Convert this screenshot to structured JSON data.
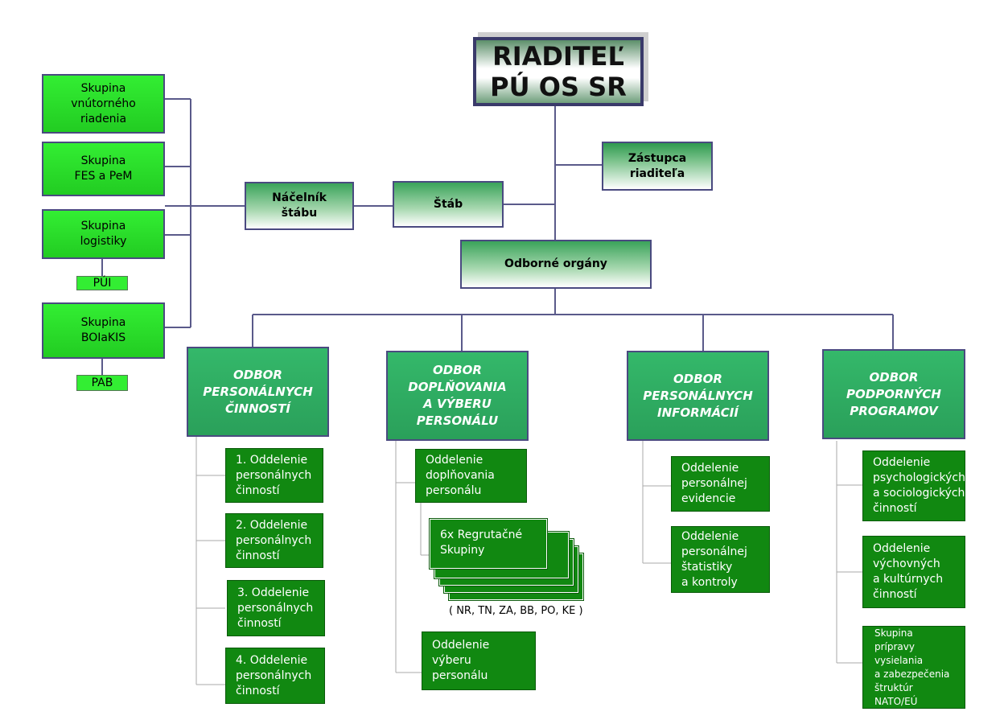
{
  "director": "RIADITEĽ\nPÚ OS SR",
  "deputy": "Zástupca\nriaditeľa",
  "staff": "Štáb",
  "chief_of_staff": "Náčelník\nštábu",
  "expert_bodies": "Odborné orgány",
  "groups": [
    {
      "label": "Skupina\nvnútorného\nriadenia"
    },
    {
      "label": "Skupina\nFES a PeM"
    },
    {
      "label": "Skupina\nlogistiky",
      "tag": "PÚI"
    },
    {
      "label": "Skupina\nBOIaKIS",
      "tag": "PAB"
    }
  ],
  "departments": [
    {
      "title": "ODBOR\nPERSONÁLNYCH\nČINNOSTÍ",
      "units": [
        "1. Oddelenie\npersonálnych\nčinností",
        "2. Oddelenie\npersonálnych\nčinností",
        "3. Oddelenie\npersonálnych\nčinností",
        "4. Oddelenie\npersonálnych\nčinností"
      ]
    },
    {
      "title": "ODBOR\nDOPLŇOVANIA\nA VÝBERU\nPERSONÁLU",
      "units": [
        "Oddelenie\ndoplňovania\npersonálu",
        "6x Regrutačné\nSkupiny",
        "Oddelenie\nvýberu\npersonálu"
      ],
      "note": "( NR, TN, ZA, BB, PO, KE )"
    },
    {
      "title": "ODBOR\nPERSONÁLNYCH\nINFORMÁCIÍ",
      "units": [
        "Oddelenie\npersonálnej\nevidencie",
        "Oddelenie\npersonálnej\nštatistiky\na kontroly"
      ]
    },
    {
      "title": "ODBOR\nPODPORNÝCH\nPROGRAMOV",
      "units": [
        "Oddelenie\npsychologických\na sociologických\nčinností",
        "Oddelenie\nvýchovných\na kultúrnych\nčinností",
        "Skupina\nprípravy\nvysielania\n  a zabezpečenia\nštruktúr NATO/EÚ"
      ]
    }
  ]
}
